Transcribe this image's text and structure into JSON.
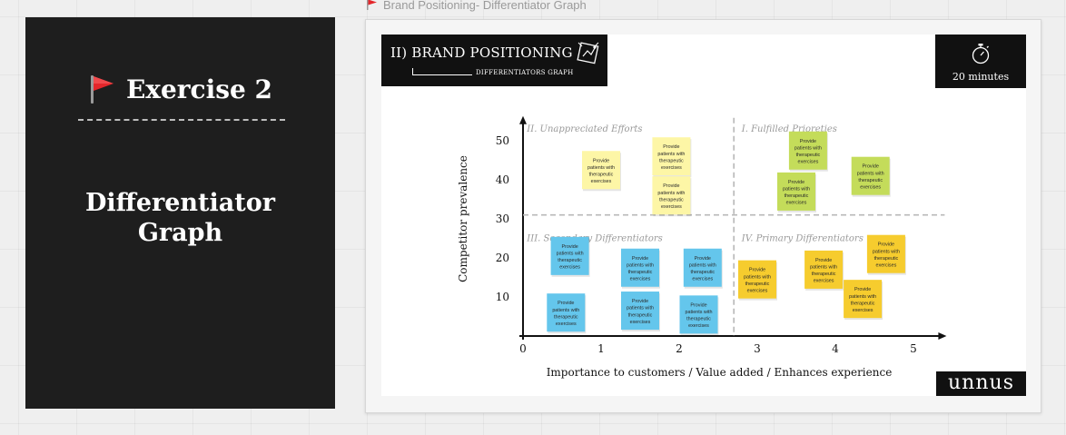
{
  "exercise_card": {
    "title": "Exercise 2",
    "subtitle_line1": "Differentiator",
    "subtitle_line2": "Graph",
    "flag_icon": "red-flag-icon"
  },
  "frame": {
    "label": "Brand Positioning- Differentiator Graph",
    "flag_icon": "red-flag-icon"
  },
  "slide": {
    "header_title": "II) BRAND POSITIONING",
    "header_subtitle": "DIFFERENTIATORS GRAPH",
    "header_icon": "brand-positioning-icon",
    "timer_icon": "stopwatch-icon",
    "timer_text": "20 minutes",
    "logo_text": "unnus"
  },
  "colors": {
    "dark": "#1e1e1e",
    "flag_red": "#e3262b",
    "note_yellow": "#fdf6a6",
    "note_green": "#c4dc5a",
    "note_blue": "#64c6ec",
    "note_orange": "#f6cc2e",
    "dashed_line": "#b8b8b8"
  },
  "chart_data": {
    "type": "scatter",
    "xlabel": "Importance to customers / Value added / Enhances experience",
    "ylabel": "Competitor prevalence",
    "xlim": [
      0,
      5.4
    ],
    "ylim": [
      0,
      54
    ],
    "x_ticks": [
      "0",
      "1",
      "2",
      "3",
      "4",
      "5"
    ],
    "y_ticks": [
      "10",
      "20",
      "30",
      "40",
      "50"
    ],
    "divider_x": 2.7,
    "divider_y": 31,
    "quadrants": [
      {
        "label": "II. Unappreciated Efforts",
        "x": 0.05,
        "y": 53
      },
      {
        "label": "I. Fulfilled Prioreties",
        "x": 2.8,
        "y": 53
      },
      {
        "label": "III. Secondary Differentiators",
        "x": 0.05,
        "y": 25
      },
      {
        "label": "IV. Primary Differentiators",
        "x": 2.8,
        "y": 25
      }
    ],
    "note_lines": [
      "Provide",
      "patients with",
      "therapeutic",
      "exercises"
    ],
    "notes": [
      {
        "quadrant": "II",
        "color": "yellow",
        "x": 1.0,
        "y": 42.5
      },
      {
        "quadrant": "II",
        "color": "yellow",
        "x": 1.9,
        "y": 46
      },
      {
        "quadrant": "II",
        "color": "yellow",
        "x": 1.9,
        "y": 36
      },
      {
        "quadrant": "I",
        "color": "green",
        "x": 3.65,
        "y": 47.5
      },
      {
        "quadrant": "I",
        "color": "green",
        "x": 4.45,
        "y": 41
      },
      {
        "quadrant": "I",
        "color": "green",
        "x": 3.5,
        "y": 37
      },
      {
        "quadrant": "III",
        "color": "blue",
        "x": 0.6,
        "y": 20.5
      },
      {
        "quadrant": "III",
        "color": "blue",
        "x": 1.5,
        "y": 17.5
      },
      {
        "quadrant": "III",
        "color": "blue",
        "x": 2.3,
        "y": 17.5
      },
      {
        "quadrant": "III",
        "color": "blue",
        "x": 0.55,
        "y": 6
      },
      {
        "quadrant": "III",
        "color": "blue",
        "x": 1.5,
        "y": 6.5
      },
      {
        "quadrant": "III",
        "color": "blue",
        "x": 2.25,
        "y": 5.5
      },
      {
        "quadrant": "IV",
        "color": "orange",
        "x": 3.0,
        "y": 14.5
      },
      {
        "quadrant": "IV",
        "color": "orange",
        "x": 3.85,
        "y": 17
      },
      {
        "quadrant": "IV",
        "color": "orange",
        "x": 4.65,
        "y": 21
      },
      {
        "quadrant": "IV",
        "color": "orange",
        "x": 4.35,
        "y": 9.5
      }
    ]
  }
}
